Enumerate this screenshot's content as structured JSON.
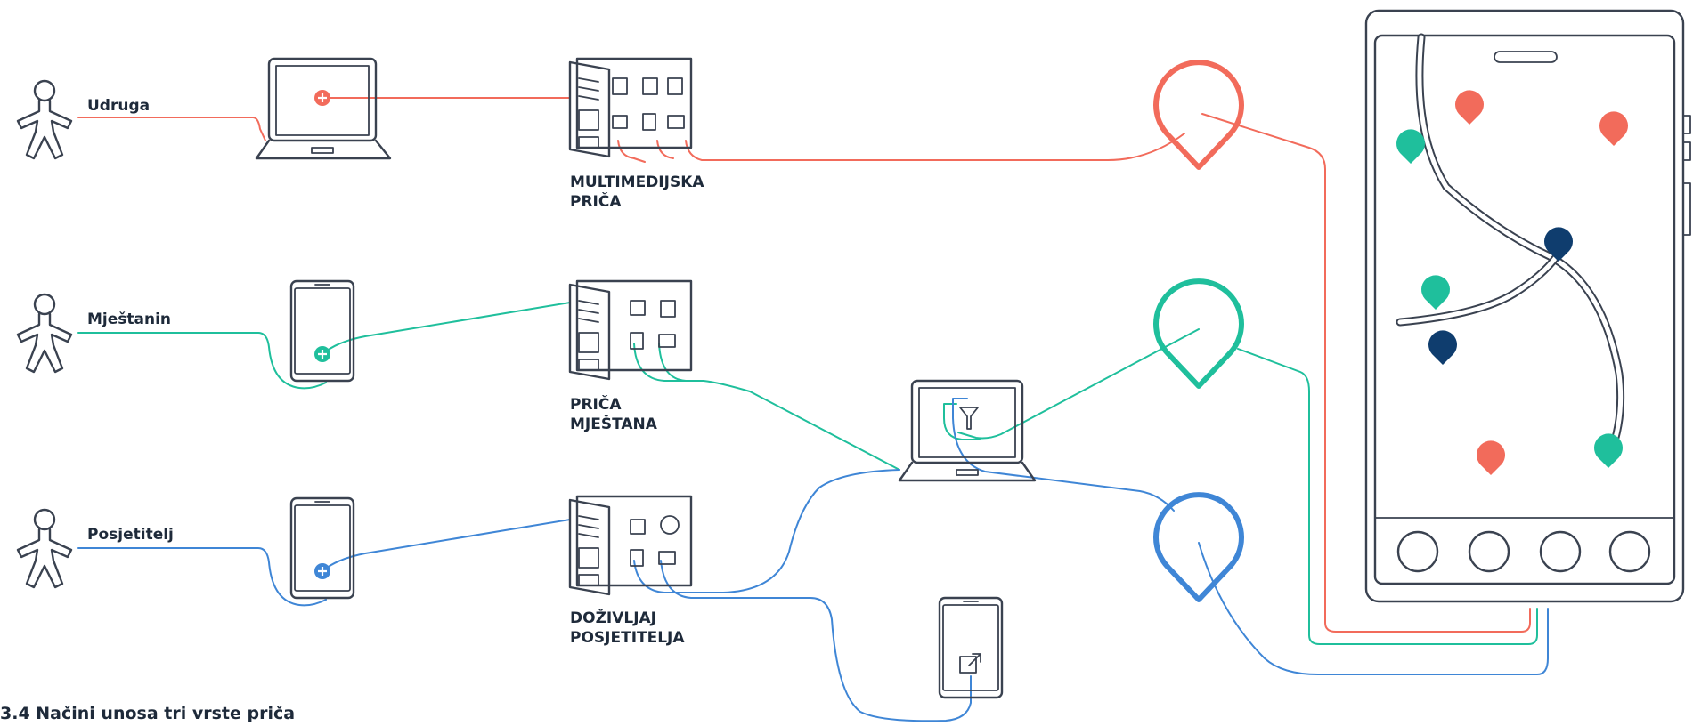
{
  "colors": {
    "red": "#f26b5b",
    "green": "#1fbf9c",
    "blue": "#3f86d6",
    "navy": "#0f3d6e",
    "outline": "#3a4250"
  },
  "actors": [
    {
      "label": "Udruga",
      "color": "red",
      "device": "laptop"
    },
    {
      "label": "Mještanin",
      "color": "green",
      "device": "phone"
    },
    {
      "label": "Posjetitelj",
      "color": "blue",
      "device": "phone"
    }
  ],
  "stories": [
    {
      "line1": "MULTIMEDIJSKA",
      "line2": "PRIČA",
      "color": "red"
    },
    {
      "line1": "PRIČA",
      "line2": "MJEŠTANA",
      "color": "green"
    },
    {
      "line1": "DOŽIVLJAJ",
      "line2": "POSJETITELJA",
      "color": "blue"
    }
  ],
  "icons": {
    "person": "person-icon",
    "laptop": "laptop-icon",
    "phone": "phone-icon",
    "booklet": "booklet-icon",
    "map_pin": "map-pin-icon",
    "filter": "filter-icon",
    "share": "share-icon"
  },
  "caption": "3.4 Načini unosa tri vrste priča"
}
